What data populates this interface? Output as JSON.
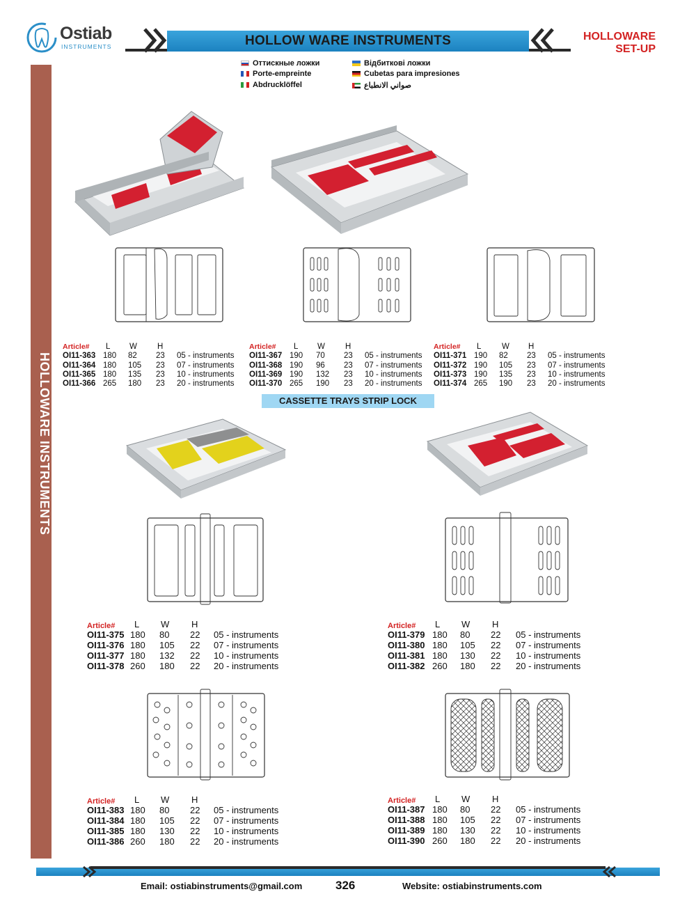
{
  "brand": {
    "name": "Ostiab",
    "tagline": "INSTRUMENTS"
  },
  "header": {
    "title": "HOLLOW WARE INSTRUMENTS",
    "section_line1": "HOLLOWARE",
    "section_line2": "SET-UP"
  },
  "languages": [
    {
      "flag": "ru",
      "text": "Оттискные ложки"
    },
    {
      "flag": "ua",
      "text": "Відбиткові ложки"
    },
    {
      "flag": "fr",
      "text": "Porte-empreinte"
    },
    {
      "flag": "de",
      "text": "Cubetas para impresiones"
    },
    {
      "flag": "it",
      "text": "Abdrucklöffel"
    },
    {
      "flag": "ae",
      "text": "صواني الانطباع"
    }
  ],
  "sideband": {
    "text": "HOLLOWARE INSTRUMENTS",
    "color": "#a9604f"
  },
  "colors": {
    "accent_blue": "#1c82c0",
    "accent_red": "#d32222",
    "subhead_bg": "#9fd7f3"
  },
  "columns": {
    "article": "Article#",
    "l": "L",
    "w": "W",
    "h": "H"
  },
  "subheading": "CASSETTE TRAYS STRIP LOCK",
  "tables": [
    {
      "rows": [
        {
          "code": "OI11-363",
          "l": "180",
          "w": "82",
          "h": "23",
          "desc": "05 - instruments"
        },
        {
          "code": "OI11-364",
          "l": "180",
          "w": "105",
          "h": "23",
          "desc": "07 - instruments"
        },
        {
          "code": "OI11-365",
          "l": "180",
          "w": "135",
          "h": "23",
          "desc": "10 - instruments"
        },
        {
          "code": "OI11-366",
          "l": "265",
          "w": "180",
          "h": "23",
          "desc": "20 - instruments"
        }
      ]
    },
    {
      "rows": [
        {
          "code": "OI11-367",
          "l": "190",
          "w": "70",
          "h": "23",
          "desc": "05 - instruments"
        },
        {
          "code": "OI11-368",
          "l": "190",
          "w": "96",
          "h": "23",
          "desc": "07 - instruments"
        },
        {
          "code": "OI11-369",
          "l": "190",
          "w": "132",
          "h": "23",
          "desc": "10 - instruments"
        },
        {
          "code": "OI11-370",
          "l": "265",
          "w": "190",
          "h": "23",
          "desc": "20 - instruments"
        }
      ]
    },
    {
      "rows": [
        {
          "code": "OI11-371",
          "l": "190",
          "w": "82",
          "h": "23",
          "desc": "05 - instruments"
        },
        {
          "code": "OI11-372",
          "l": "190",
          "w": "105",
          "h": "23",
          "desc": "07 - instruments"
        },
        {
          "code": "OI11-373",
          "l": "190",
          "w": "135",
          "h": "23",
          "desc": "10 - instruments"
        },
        {
          "code": "OI11-374",
          "l": "265",
          "w": "190",
          "h": "23",
          "desc": "20 - instruments"
        }
      ]
    },
    {
      "rows": [
        {
          "code": "OI11-375",
          "l": "180",
          "w": "80",
          "h": "22",
          "desc": "05 - instruments"
        },
        {
          "code": "OI11-376",
          "l": "180",
          "w": "105",
          "h": "22",
          "desc": "07 - instruments"
        },
        {
          "code": "OI11-377",
          "l": "180",
          "w": "132",
          "h": "22",
          "desc": "10 - instruments"
        },
        {
          "code": "OI11-378",
          "l": "260",
          "w": "180",
          "h": "22",
          "desc": "20 - instruments"
        }
      ]
    },
    {
      "rows": [
        {
          "code": "OI11-379",
          "l": "180",
          "w": "80",
          "h": "22",
          "desc": "05 - instruments"
        },
        {
          "code": "OI11-380",
          "l": "180",
          "w": "105",
          "h": "22",
          "desc": "07 - instruments"
        },
        {
          "code": "OI11-381",
          "l": "180",
          "w": "130",
          "h": "22",
          "desc": "10 - instruments"
        },
        {
          "code": "OI11-382",
          "l": "260",
          "w": "180",
          "h": "22",
          "desc": "20 - instruments"
        }
      ]
    },
    {
      "rows": [
        {
          "code": "OI11-383",
          "l": "180",
          "w": "80",
          "h": "22",
          "desc": "05 - instruments"
        },
        {
          "code": "OI11-384",
          "l": "180",
          "w": "105",
          "h": "22",
          "desc": "07 - instruments"
        },
        {
          "code": "OI11-385",
          "l": "180",
          "w": "130",
          "h": "22",
          "desc": "10 - instruments"
        },
        {
          "code": "OI11-386",
          "l": "260",
          "w": "180",
          "h": "22",
          "desc": "20 - instruments"
        }
      ]
    },
    {
      "rows": [
        {
          "code": "OI11-387",
          "l": "180",
          "w": "80",
          "h": "22",
          "desc": "05 - instruments"
        },
        {
          "code": "OI11-388",
          "l": "180",
          "w": "105",
          "h": "22",
          "desc": "07 - instruments"
        },
        {
          "code": "OI11-389",
          "l": "180",
          "w": "130",
          "h": "22",
          "desc": "10 - instruments"
        },
        {
          "code": "OI11-390",
          "l": "260",
          "w": "180",
          "h": "22",
          "desc": "20 - instruments"
        }
      ]
    }
  ],
  "footer": {
    "email": "Email: ostiabinstruments@gmail.com",
    "page": "326",
    "website": "Website: ostiabinstruments.com"
  }
}
